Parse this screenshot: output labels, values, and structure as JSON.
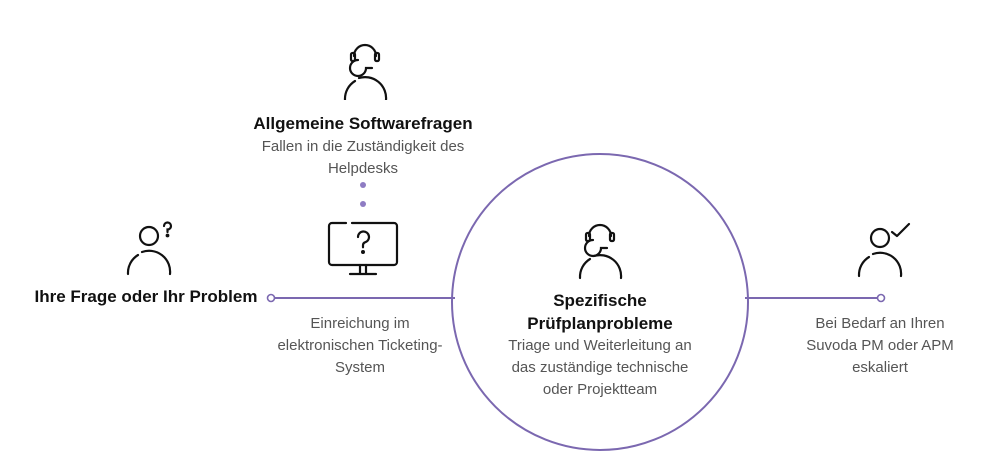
{
  "colors": {
    "accent": "#7B68B0",
    "dot": "#8E7CC3",
    "icon": "#111111",
    "title": "#111111",
    "description": "#555555",
    "background": "#FFFFFF"
  },
  "nodes": {
    "question": {
      "icon": "person-question-icon",
      "title": "Ihre Frage oder Ihr Problem"
    },
    "ticketing": {
      "icon": "monitor-question-icon",
      "description_lines": [
        "Einreichung im",
        "elektronischen Ticketing-",
        "System"
      ]
    },
    "general": {
      "icon": "person-headset-icon",
      "title": "Allgemeine Softwarefragen",
      "description_lines": [
        "Fallen in die Zuständigkeit des",
        "Helpdesks"
      ]
    },
    "specific": {
      "icon": "person-headset-icon",
      "title_lines": [
        "Spezifische",
        "Prüfplanprobleme"
      ],
      "description_lines": [
        "Triage und Weiterleitung an",
        "das zuständige technische",
        "oder Projektteam"
      ]
    },
    "escalation": {
      "icon": "person-check-icon",
      "description_lines": [
        "Bei Bedarf an Ihren",
        "Suvoda PM oder APM",
        "eskaliert"
      ]
    }
  }
}
